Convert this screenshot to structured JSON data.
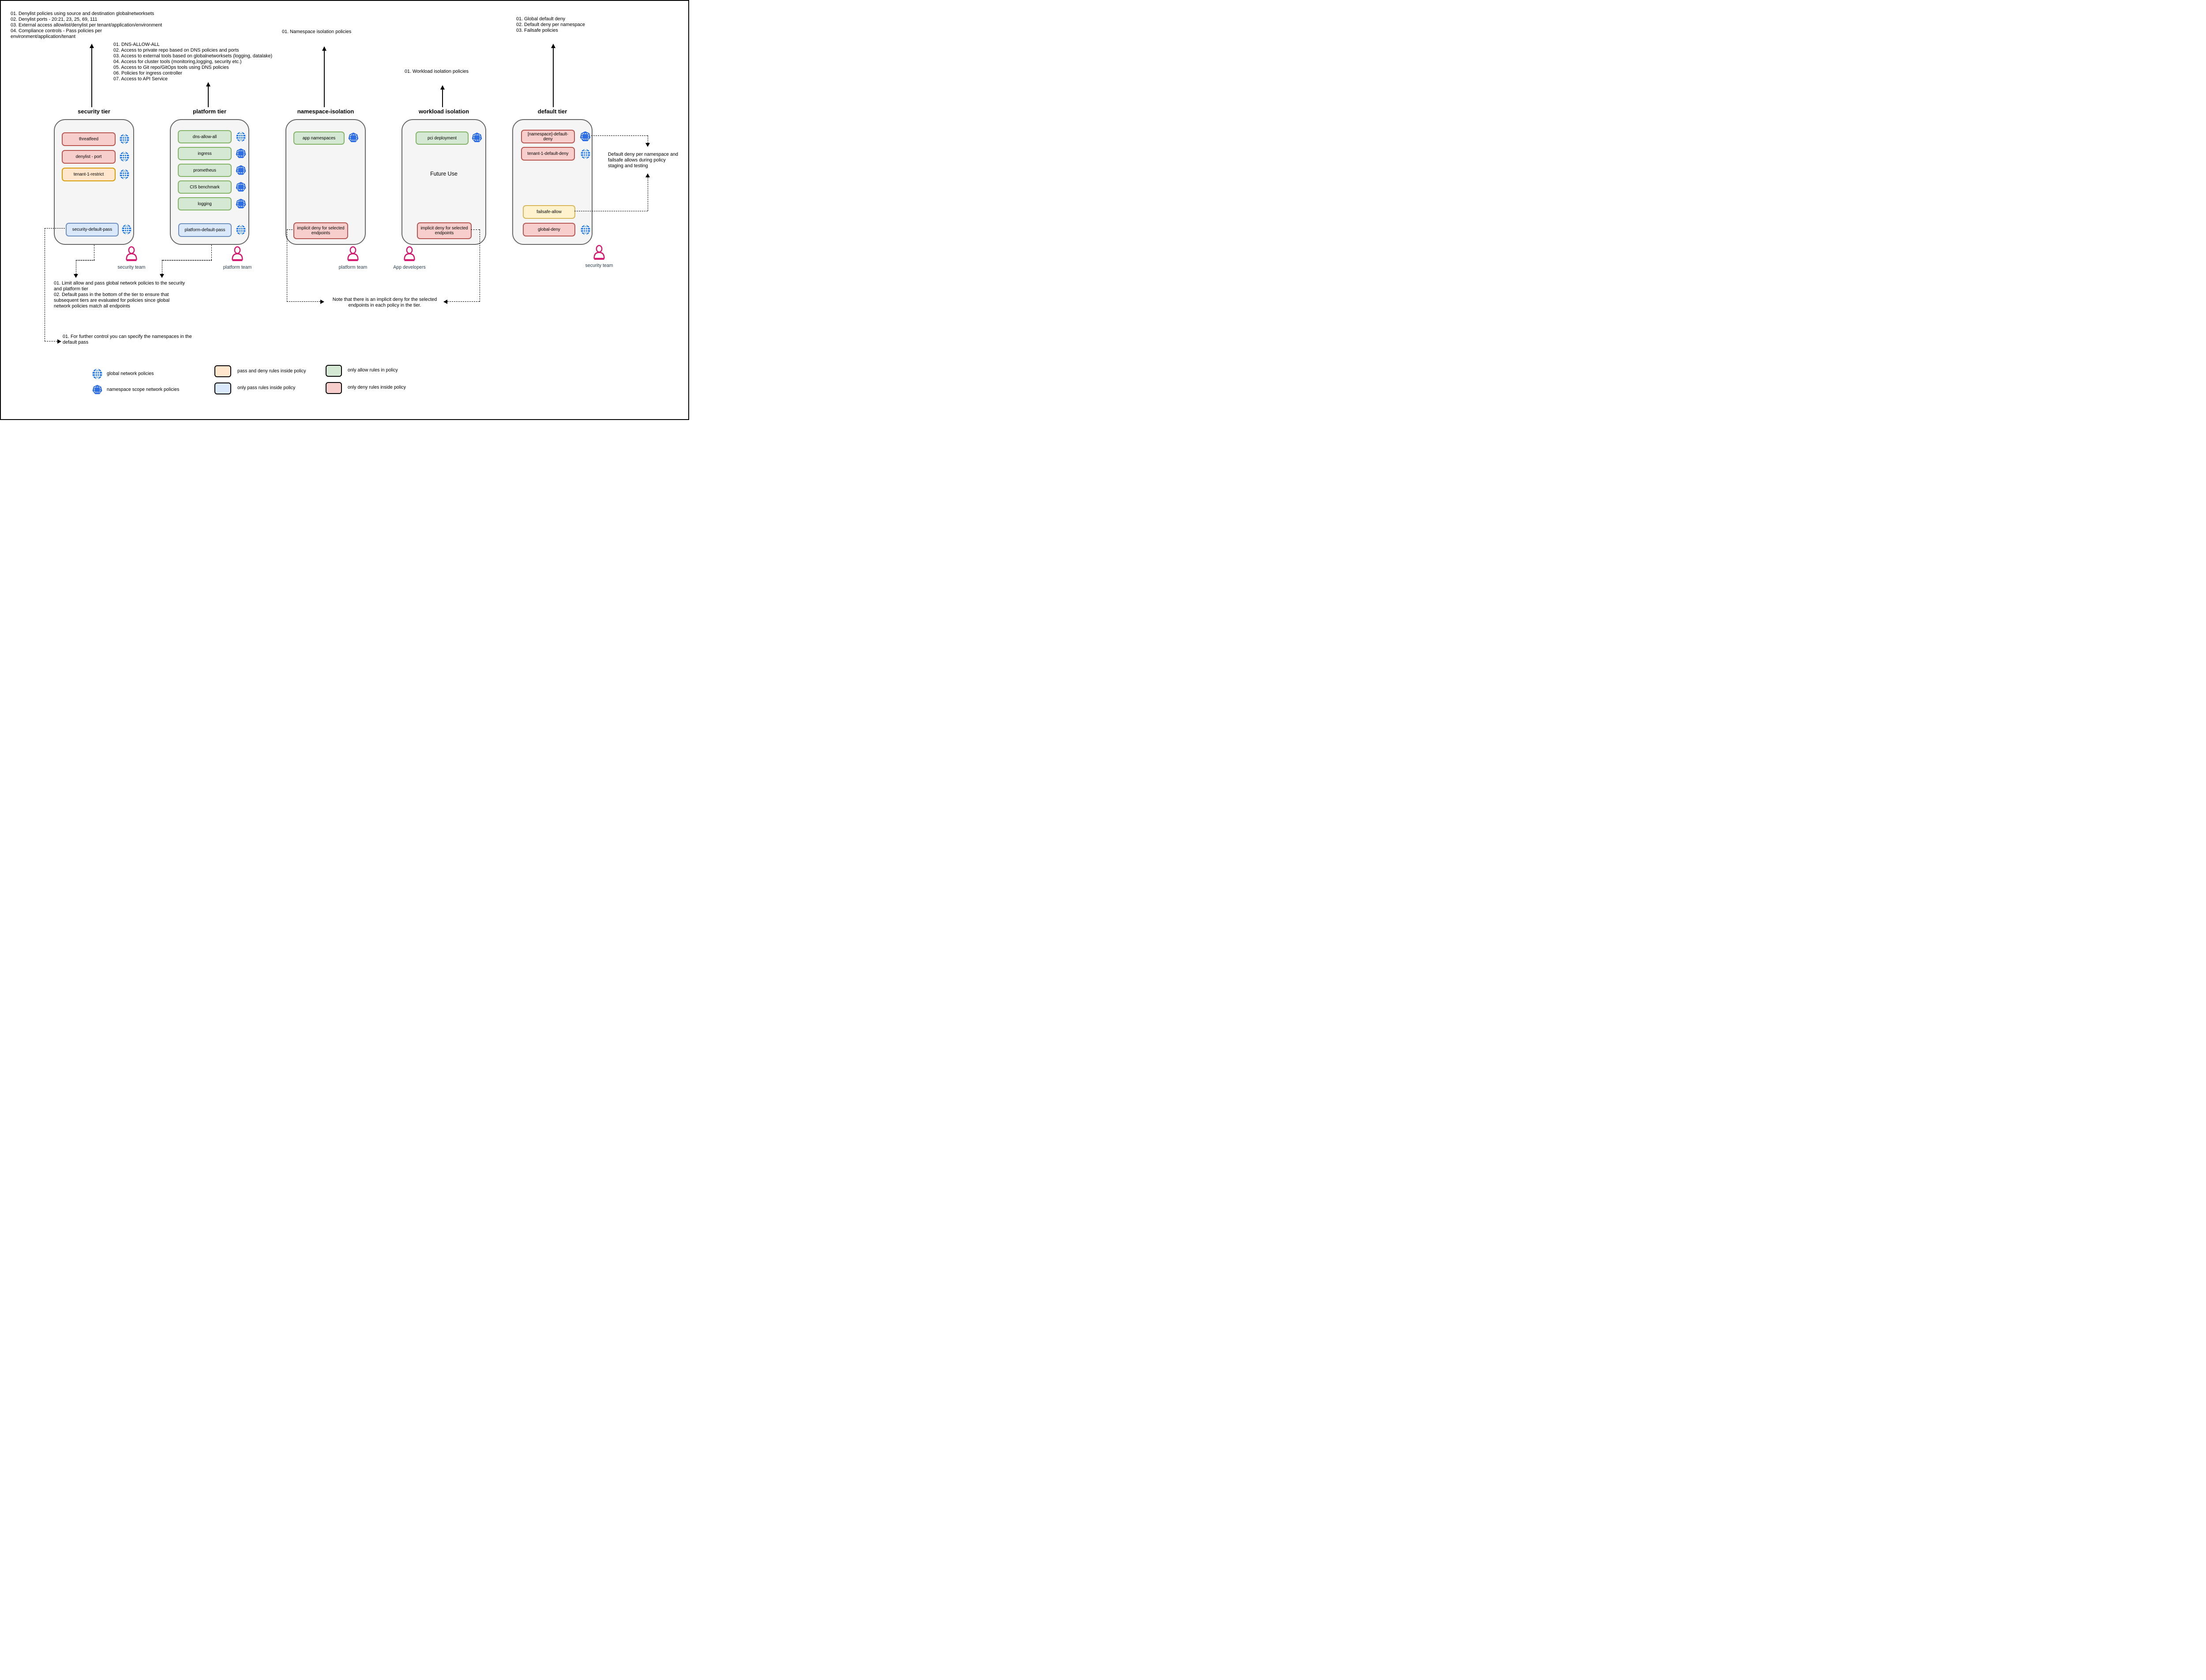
{
  "notes": {
    "security": [
      "01. Denylist policies using source and destination globalnetworksets",
      "02. Denylist ports - 20:21, 23, 25, 69, 111",
      "03. External access allowlist/denylist per tenant/application/environment",
      "04. Compliance controls - Pass policies per",
      "environment/application/tenant"
    ],
    "platform": [
      "01. DNS-ALLOW-ALL",
      "02. Access to private repo based on DNS policies and ports",
      "03. Access to external tools based on globalnetworksets (logging, datalake)",
      "04. Access for cluster tools (monitoring,logging, security etc.)",
      "05. Access to Git repo/GitOps tools using DNS policies",
      "06. Policies for ingress controller",
      "07. Access to API Service"
    ],
    "namespace": "01. Namespace isolation policies",
    "workload": "01. Workload isolation policies",
    "default": [
      "01. Global default deny",
      "02. Default deny per namespace",
      "03. Failsafe policies"
    ],
    "limit": [
      "01. Limit allow and pass global network policies to the security",
      "and platform tier",
      "02. Default pass in the bottom of the tier to ensure that",
      "subsequent tiers are evaluated for policies since global",
      "network policies match all endpoints"
    ],
    "further": [
      "01. For further control you can specify the namespaces in the",
      "default pass"
    ],
    "implicit": [
      "Note that there is an implicit deny for the selected",
      "endpoints in each policy in the tier."
    ],
    "default_deny": [
      "Default deny per namespace and",
      "failsafe allows during policy",
      "staging and testing"
    ]
  },
  "tiers": {
    "security": {
      "title": "security tier",
      "threatfeed": "threatfeed",
      "denylist_port": "denylist - port",
      "tenant_restrict": "tenant-1-restrict",
      "default_pass": "security-default-pass"
    },
    "platform": {
      "title": "platform tier",
      "dns_allow_all": "dns-allow-all",
      "ingress": "ingress",
      "prometheus": "prometheus",
      "cis_benchmark": "CIS benchmark",
      "logging": "logging",
      "default_pass": "platform-default-pass"
    },
    "namespace": {
      "title": "namespace-isolation",
      "app_namespaces": "app namespaces",
      "implicit_deny": "implicit deny for selected endpoints"
    },
    "workload": {
      "title": "workload isolation",
      "pci_deployment": "pci deployment",
      "future_use": "Future Use",
      "implicit_deny": "implicit deny for selected endpoints"
    },
    "default": {
      "title": "default tier",
      "ns_default_deny": "[namespace]-default-deny",
      "tenant_default_deny": "tenant-1-default-deny",
      "failsafe_allow": "failsafe-allow",
      "global_deny": "global-deny"
    }
  },
  "teams": {
    "security_1": "security team",
    "platform_1": "platform team",
    "platform_2": "platform team",
    "app_devs": "App developers",
    "security_2": "security team"
  },
  "legend": {
    "global": "global network policies",
    "namespace": "namespace scope network policies",
    "pass_deny": "pass and deny rules inside policy",
    "only_pass": "only pass rules inside policy",
    "only_allow": "only allow rules in policy",
    "only_deny": "only deny rules inside policy"
  },
  "colors": {
    "deny_fill": "#f8cecc",
    "deny_border": "#b85450",
    "allow_fill": "#d5e8d4",
    "allow_border": "#82b366",
    "pass_fill": "#dae8fc",
    "pass_border": "#6c8ebf",
    "passdeny_fill": "#ffe6cc",
    "passdeny_border": "#d79b00",
    "failsafe_fill": "#fff2cc",
    "failsafe_border": "#d6b656",
    "tier_fill": "#f5f5f5",
    "tier_border": "#666666",
    "globe": "#1a73e8",
    "ns": "#2f6ee3",
    "person": "#d3156e",
    "team_text": "#2e4053"
  }
}
